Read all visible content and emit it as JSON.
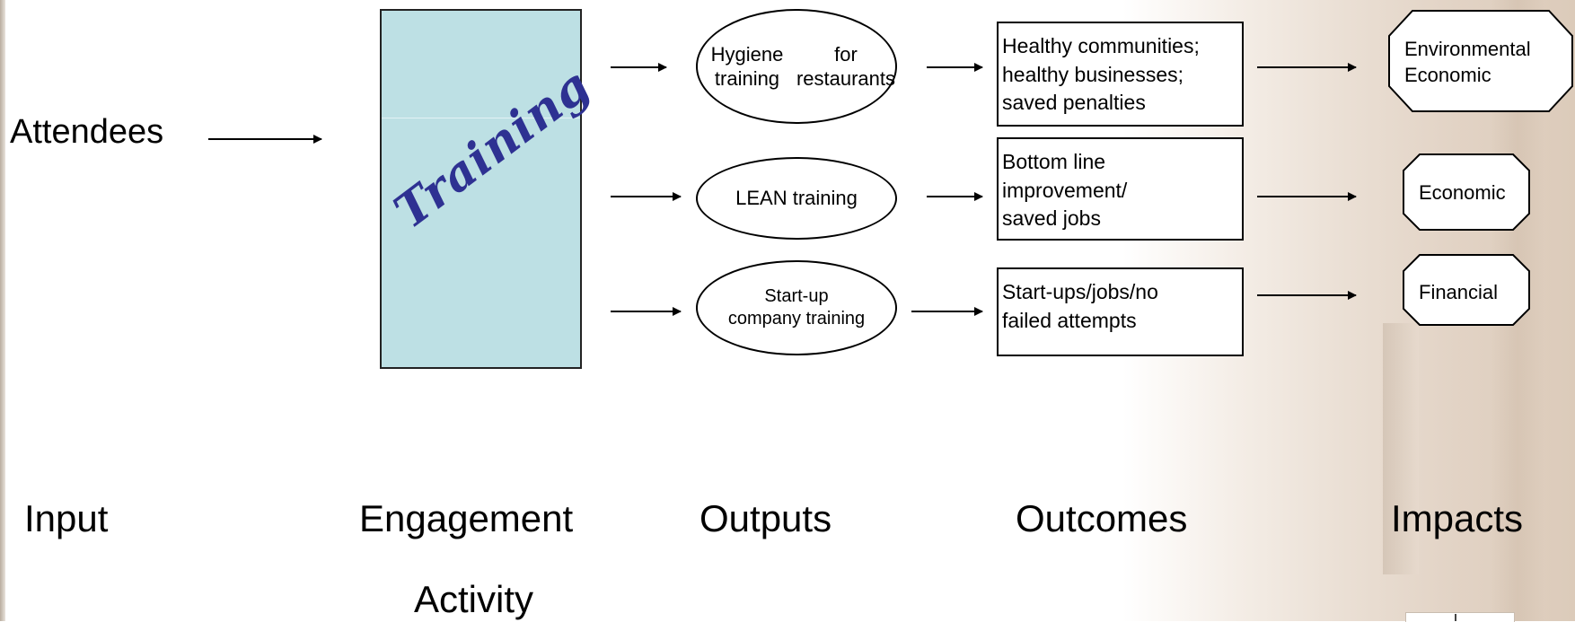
{
  "input": {
    "label": "Attendees"
  },
  "engagement": {
    "label": "Training"
  },
  "outputs": [
    {
      "lines": [
        "Hygiene training",
        "for restaurants"
      ]
    },
    {
      "lines": [
        "LEAN training"
      ]
    },
    {
      "lines": [
        "Start-up",
        "company training"
      ]
    }
  ],
  "outcomes": [
    {
      "lines": [
        "Healthy communities;",
        "healthy businesses;",
        "saved penalties"
      ]
    },
    {
      "lines": [
        "Bottom line",
        "improvement/",
        "saved jobs"
      ]
    },
    {
      "lines": [
        "Start-ups/jobs/no",
        "failed attempts"
      ]
    }
  ],
  "impacts": [
    {
      "lines": [
        "Environmental",
        "Economic"
      ]
    },
    {
      "lines": [
        "Economic"
      ]
    },
    {
      "lines": [
        "Financial"
      ]
    }
  ],
  "stages": {
    "input": "Input",
    "engagement_line1": "Engagement",
    "engagement_line2": "Activity",
    "outputs": "Outputs",
    "outcomes": "Outcomes",
    "impacts": "Impacts"
  }
}
